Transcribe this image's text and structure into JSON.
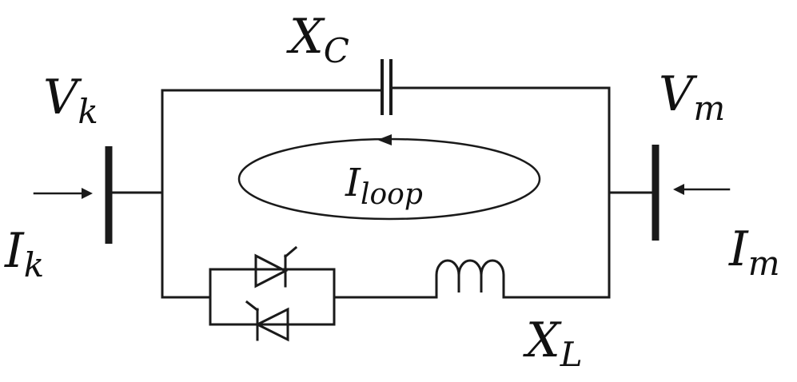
{
  "labels": {
    "xc": {
      "main": "X",
      "sub": "C"
    },
    "vk": {
      "main": "V",
      "sub": "k"
    },
    "vm": {
      "main": "V",
      "sub": "m"
    },
    "iloop": {
      "main": "I",
      "sub": "loop"
    },
    "ik": {
      "main": "I",
      "sub": "k"
    },
    "im": {
      "main": "I",
      "sub": "m"
    },
    "xl": {
      "main": "X",
      "sub": "L"
    }
  },
  "colors": {
    "stroke": "#1a1a1a",
    "text": "#111111",
    "background": "#ffffff"
  }
}
